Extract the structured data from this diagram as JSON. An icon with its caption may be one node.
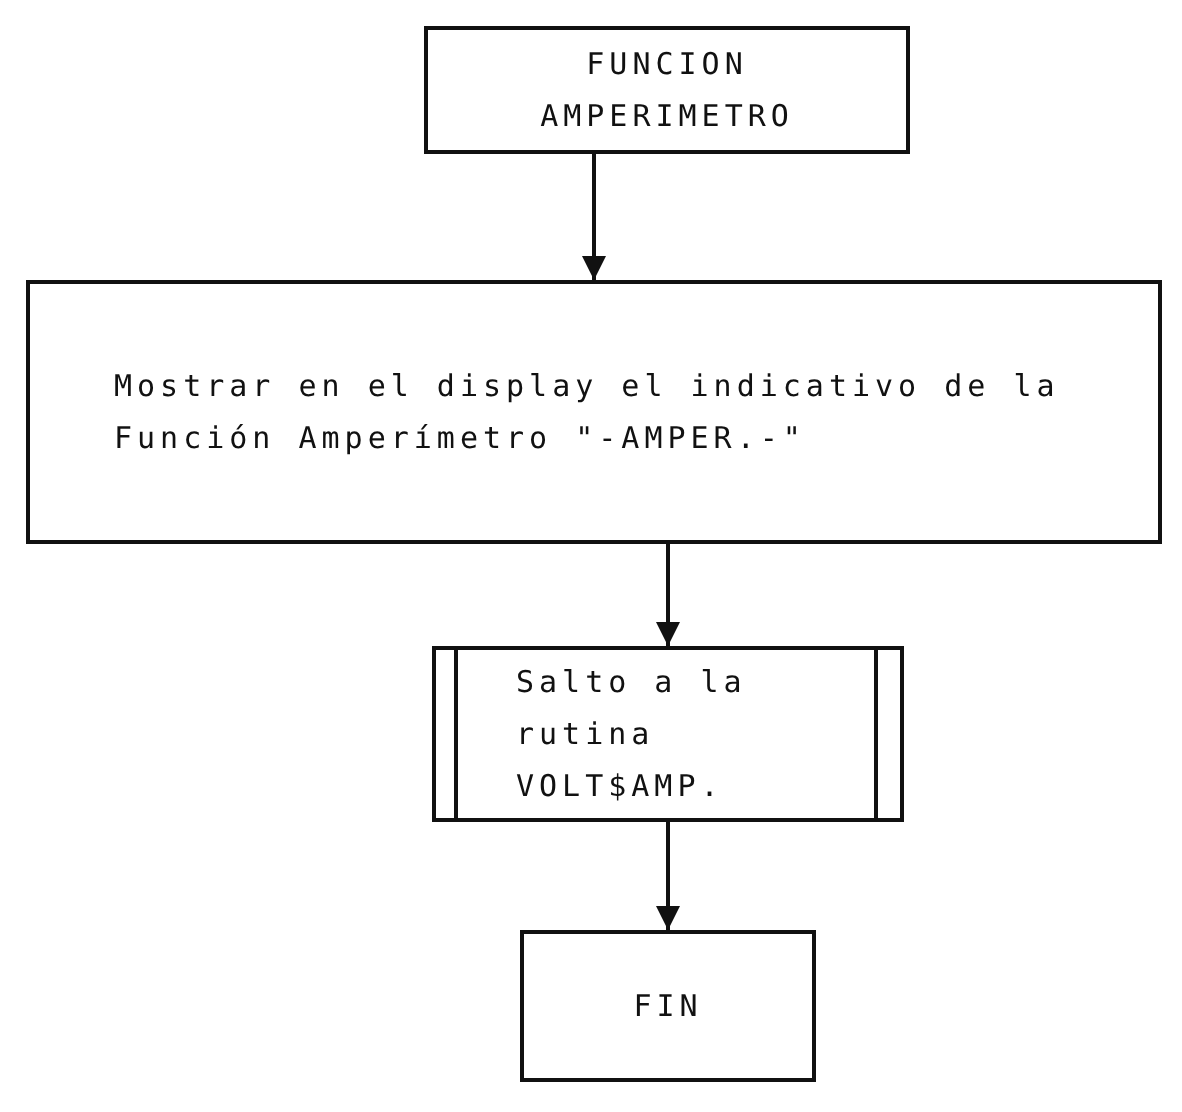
{
  "diagram": {
    "nodes": [
      {
        "text": [
          "FUNCION AMPERIMETRO"
        ]
      },
      {
        "text": [
          "Mostrar en el display el indicativo de la Función Amperímetro \"-AMPER.-\""
        ]
      },
      {
        "text": [
          "Salto a la rutina VOLT$AMP."
        ]
      },
      {
        "text": [
          "FIN"
        ]
      }
    ],
    "edges": [
      {
        "from": 0,
        "to": 1,
        "arrow": "to"
      },
      {
        "from": 1,
        "to": 2,
        "arrow": "to"
      },
      {
        "from": 2,
        "to": 3,
        "arrow": "to"
      }
    ]
  }
}
